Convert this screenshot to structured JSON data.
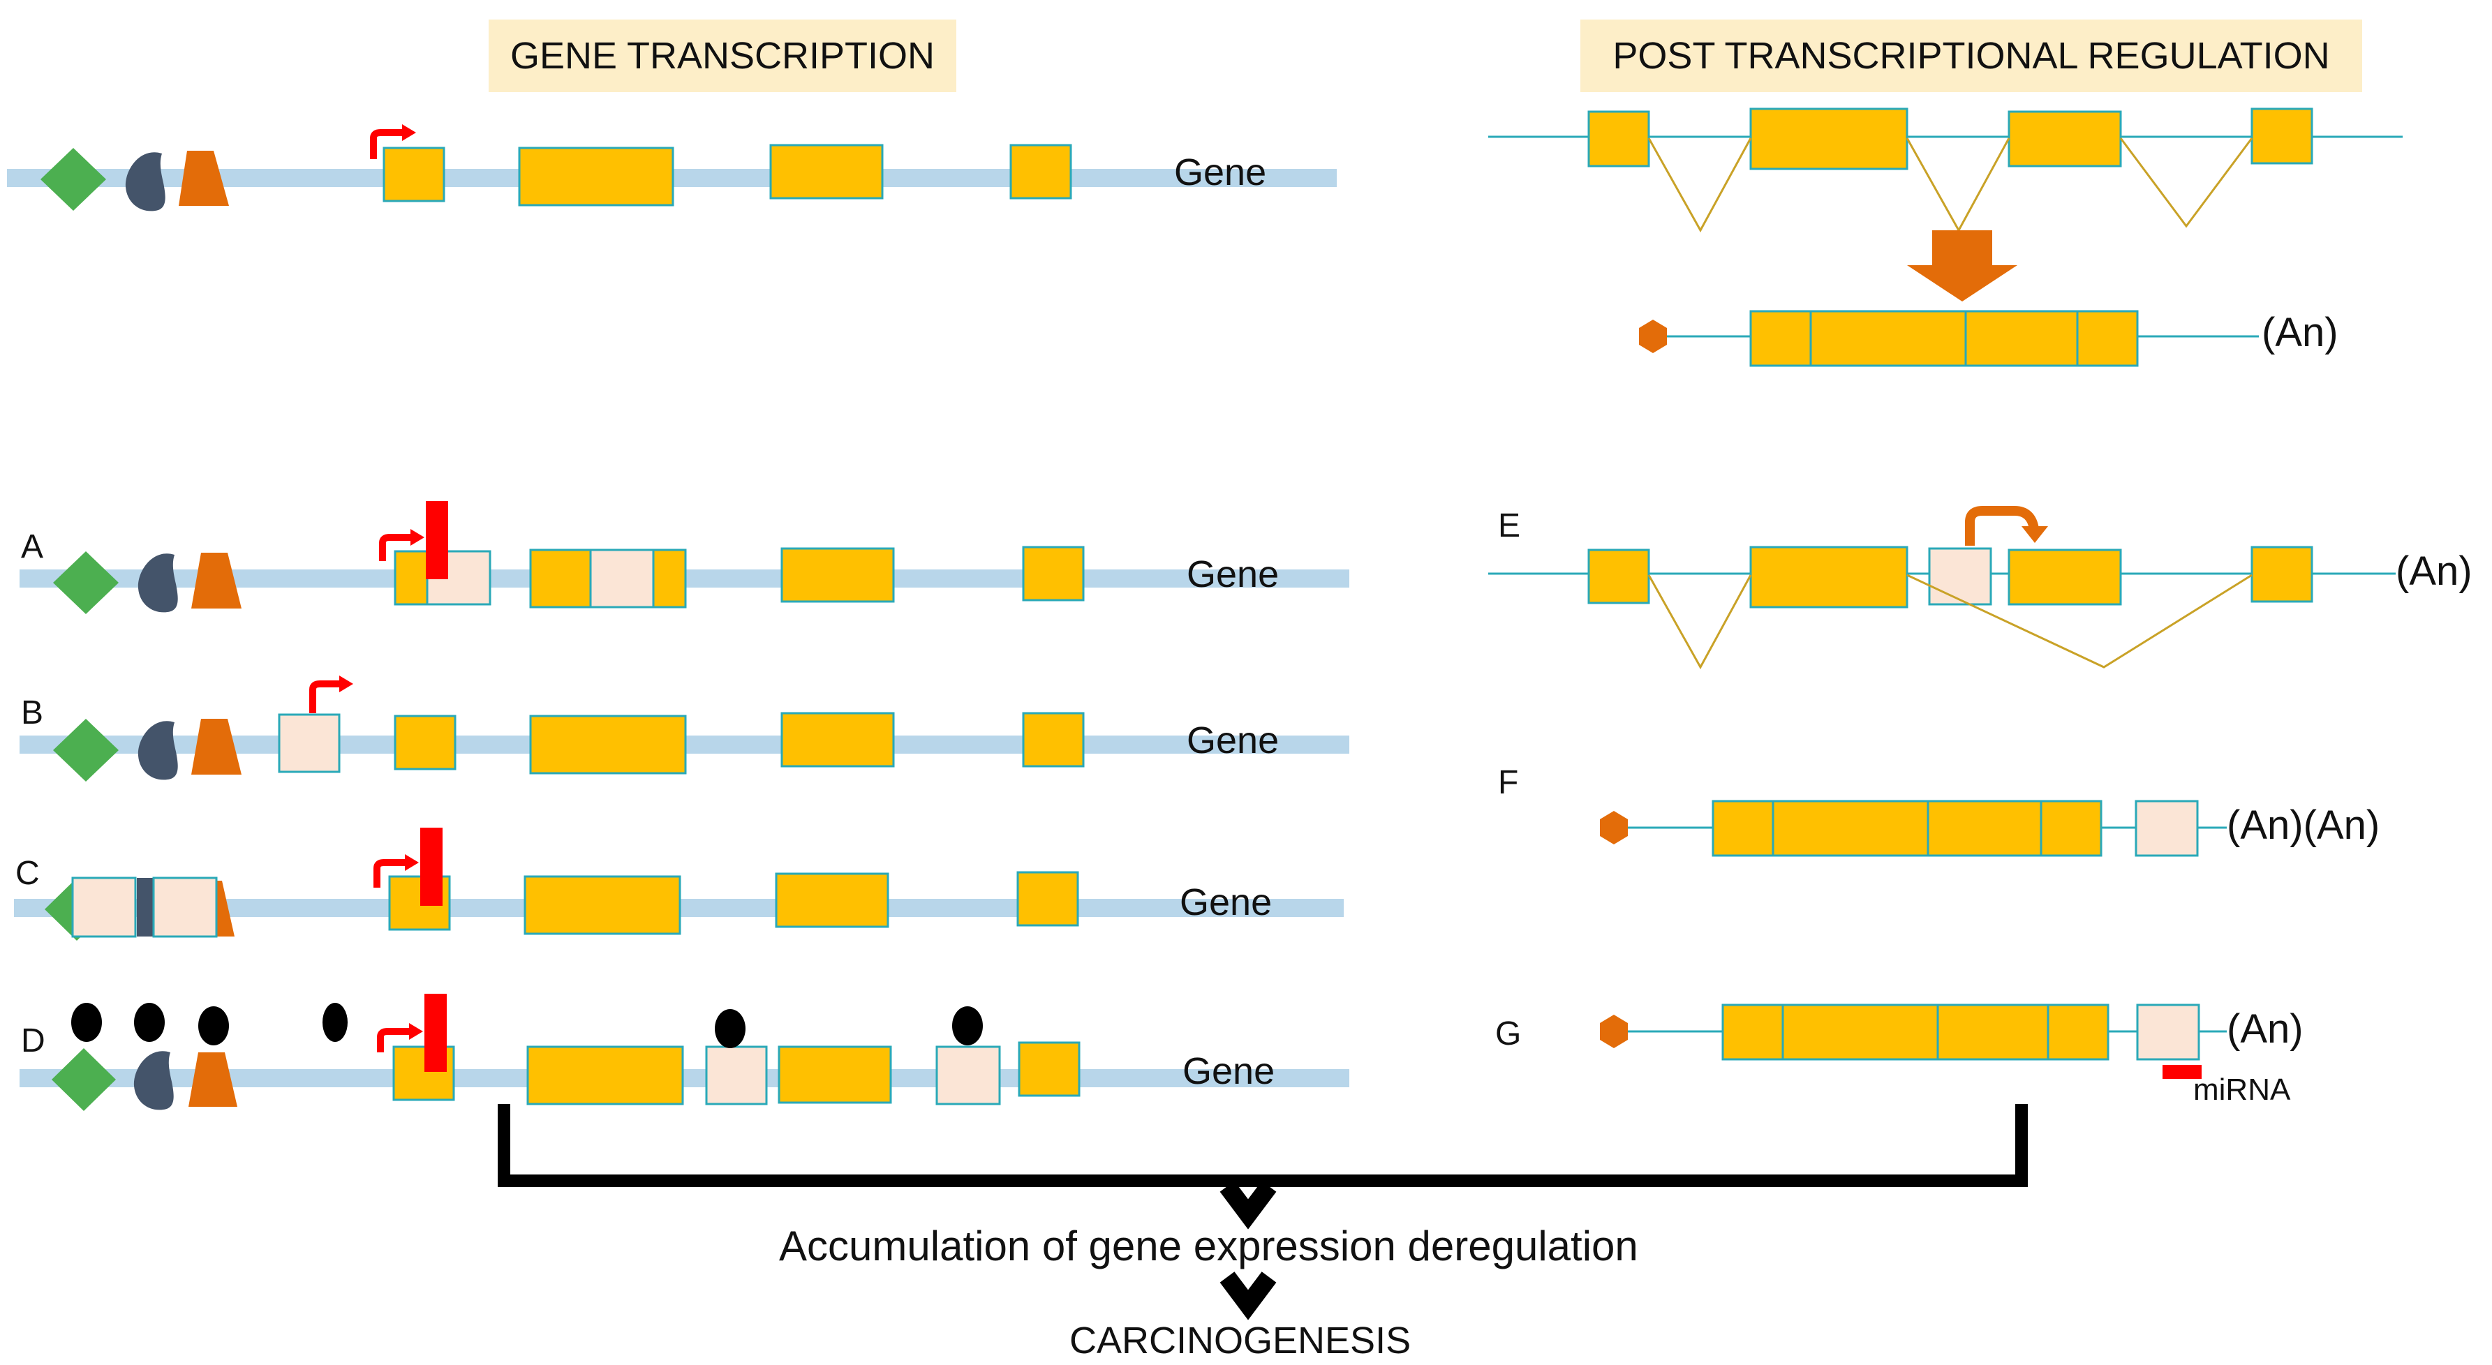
{
  "titles": {
    "left": "GENE TRANSCRIPTION",
    "right": "POST TRANSCRIPTIONAL REGULATION"
  },
  "labels": {
    "gene": "Gene",
    "poly_a": "(An)",
    "poly_a_double": "(An)(An)",
    "mirna": "miRNA",
    "accumulation": "Accumulation of gene expression deregulation",
    "carcinogenesis": "CARCINOGENESIS"
  },
  "rows": {
    "A": "A",
    "B": "B",
    "C": "C",
    "D": "D",
    "E": "E",
    "F": "F",
    "G": "G"
  },
  "colors": {
    "dna_strand": "#b8d6ea",
    "exon": "#ffc000",
    "exon_border": "#2aa9b8",
    "altered_exon": "#fbe5d6",
    "green_factor": "#4caf50",
    "blue_factor": "#44546a",
    "orange_factor": "#e36c09",
    "tss_arrow": "#ff0000",
    "block": "#ff0000",
    "methyl": "#000000",
    "intron_line": "#c9a227",
    "bracket": "#000000"
  }
}
